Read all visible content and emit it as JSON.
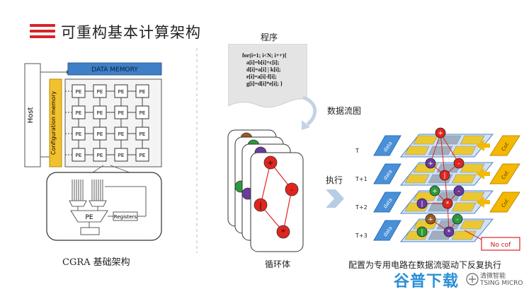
{
  "page": {
    "title": "可重构基本计算架构"
  },
  "cgra": {
    "data_memory_label": "DATA MEMORY",
    "host_label": "Host",
    "config_memory_label": "Configuration memory",
    "pe_label": "PE",
    "registers_label": "Registers",
    "caption": "CGRA 基础架构"
  },
  "program": {
    "label": "程序",
    "code_lines": [
      "for(i=1; i<N; i++){",
      "a[i]=b[i]+c[i];",
      "d[i]=a[i] | k[i];",
      "e[i]=a[i]-f[i];",
      "g[i]=d[i]*e[i]; }"
    ]
  },
  "dataflow": {
    "label": "数据流图",
    "loop_body_label": "循环体",
    "node_ops": [
      "+",
      "-",
      "|",
      "*"
    ]
  },
  "execution": {
    "execute_label": "执行",
    "time_labels": [
      "T",
      "T+1",
      "T+2",
      "T+3"
    ],
    "data_label": "data",
    "cof_label": "Cof.",
    "no_cof_label": "No cof",
    "caption": "配置为专用电路在数据流驱动下反复执行"
  },
  "watermark": {
    "text": "谷普下载",
    "logo_line1": "清微智能",
    "logo_line2": "TSING MICRO"
  },
  "colors": {
    "accent_red": "#d8232a",
    "memory_blue": "#3f7fc6",
    "config_yellow": "#f2c12e",
    "node_red": "#e1241e",
    "node_green": "#2c9a3c",
    "node_purple": "#6a3a9c",
    "node_brown": "#9a5a1f",
    "data_blue": "#4a90d9",
    "cof_yellow": "#f5b800"
  }
}
